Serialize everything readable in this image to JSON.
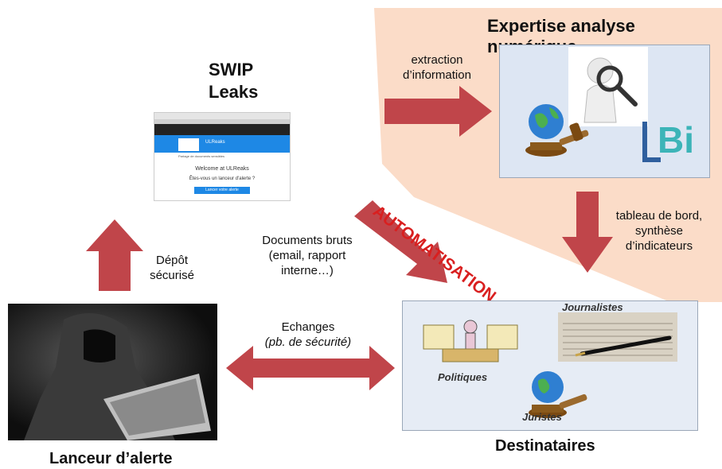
{
  "titles": {
    "expertise_line1": "Expertise analyse",
    "expertise_line2": "numérique",
    "swip_line1": "SWIP",
    "swip_line2": "Leaks",
    "lanceur": "Lanceur d’alerte",
    "destinataires": "Destinataires"
  },
  "labels": {
    "extraction_line1": "extraction",
    "extraction_line2": "d’information",
    "tableau_line1": "tableau de bord,",
    "tableau_line2": "synthèse",
    "tableau_line3": "d’indicateurs",
    "documents_line1": "Documents bruts",
    "documents_line2": "(email, rapport",
    "documents_line3": "interne…)",
    "depot_line1": "Dépôt",
    "depot_line2": "sécurisé",
    "echanges_line1": "Echanges",
    "echanges_line2": "(pb. de sécurité)",
    "automatisation": "AUTOMATISATION"
  },
  "swip_screenshot": {
    "brand": "ULReaks",
    "subtitle": "Partage de documents sensibles",
    "welcome": "Welcome at ULReaks",
    "question": "Êtes-vous un lanceur d'alerte ?",
    "button": "Lancer votre alerte"
  },
  "destinataires_box": {
    "journalistes": "Journalistes",
    "politiques": "Politiques",
    "juristes": "Juristes"
  },
  "logo": {
    "text": "Bi"
  },
  "colors": {
    "arrow": "#c0454a",
    "arrow_dark": "#a9383d",
    "peach": "#fbdcc8",
    "automatisation": "#d91f1f",
    "box_bg": "#dde6f3",
    "logo_blue": "#2f5f9e",
    "logo_teal": "#3cb4b8"
  },
  "icons": [
    "globe-gavel-icon",
    "magnifier-person-icon",
    "hooded-hacker-image",
    "pen-newspaper-icon",
    "debate-figure-icon"
  ]
}
